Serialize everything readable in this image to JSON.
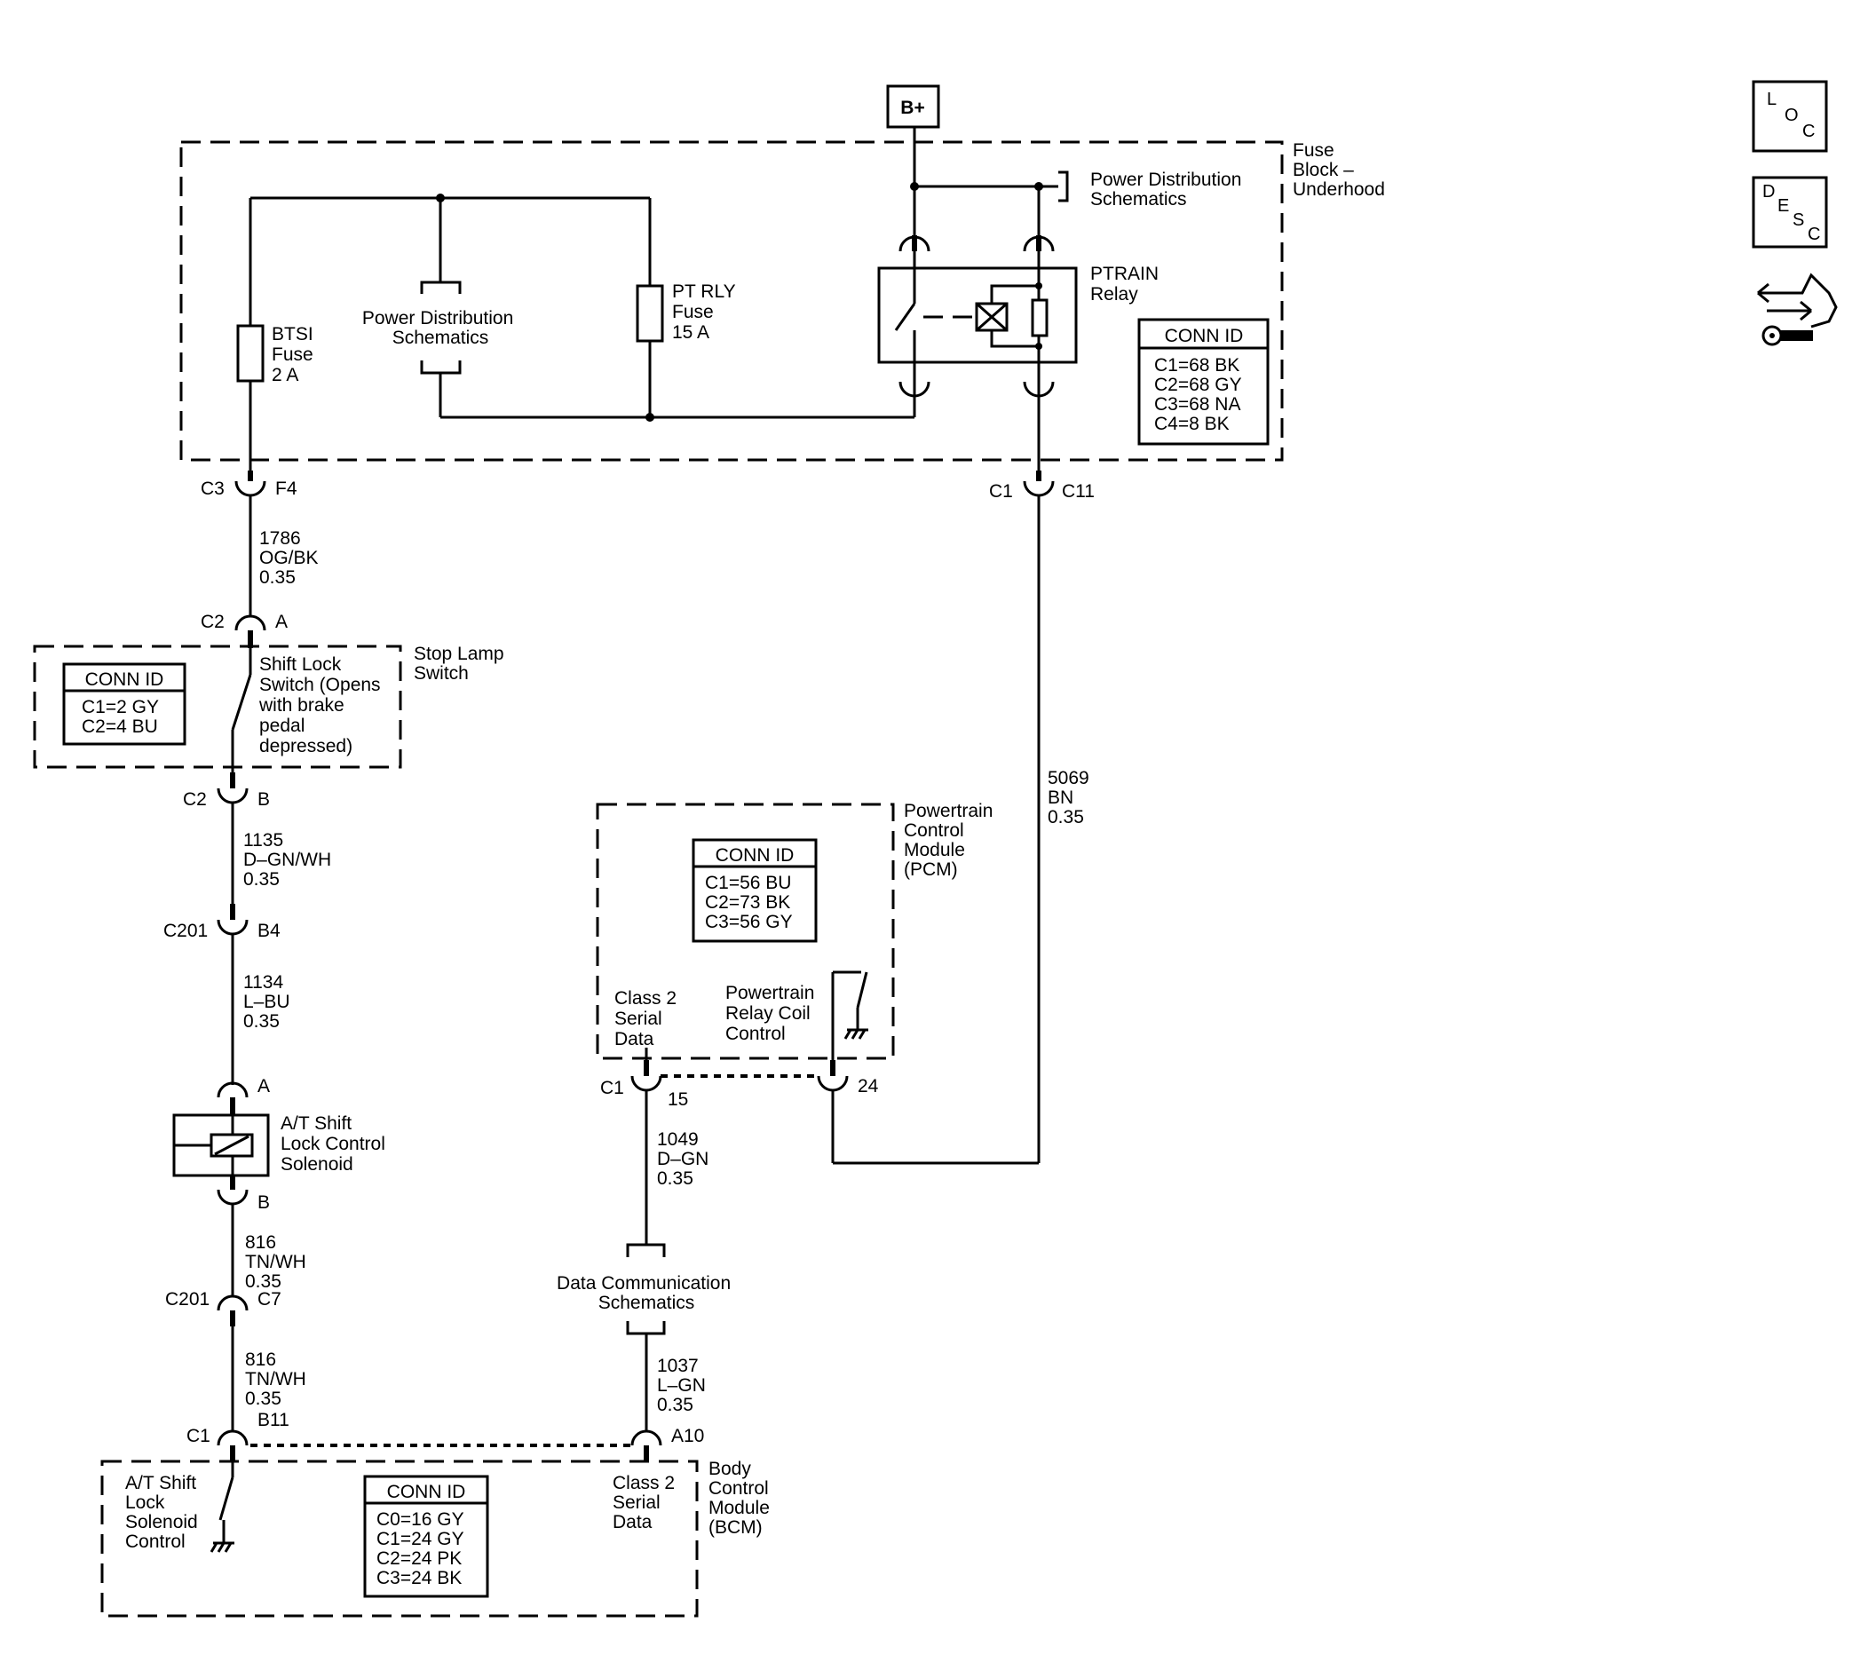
{
  "power_source": "B+",
  "fuse_block": {
    "title": [
      "Fuse",
      "Block –",
      "Underhood"
    ],
    "power_dist_top": [
      "Power Distribution",
      "Schematics"
    ],
    "power_dist_mid": [
      "Power Distribution",
      "Schematics"
    ],
    "btsi_fuse": [
      "BTSI",
      "Fuse",
      "2 A"
    ],
    "pt_rly_fuse": [
      "PT RLY",
      "Fuse",
      "15 A"
    ],
    "ptrain_relay": [
      "PTRAIN",
      "Relay"
    ],
    "conn_id": {
      "title": "CONN ID",
      "rows": [
        "C1=68 BK",
        "C2=68 GY",
        "C3=68 NA",
        "C4=8 BK"
      ]
    }
  },
  "connectors": {
    "c3_f4": [
      "C3",
      "F4"
    ],
    "c1_c11": [
      "C1",
      "C11"
    ],
    "c2_a": [
      "C2",
      "A"
    ],
    "c2_b": [
      "C2",
      "B"
    ],
    "c201_b4": [
      "C201",
      "B4"
    ],
    "sol_a": "A",
    "sol_b": "B",
    "c201_c7": [
      "C201",
      "C7"
    ],
    "c1_b11": [
      "C1",
      "B11"
    ],
    "a10": "A10",
    "pcm_c1": "C1",
    "pcm_15": "15",
    "pcm_24": "24"
  },
  "wires": {
    "w1786": [
      "1786",
      "OG/BK",
      "0.35"
    ],
    "w1135": [
      "1135",
      "D–GN/WH",
      "0.35"
    ],
    "w1134": [
      "1134",
      "L–BU",
      "0.35"
    ],
    "w816a": [
      "816",
      "TN/WH",
      "0.35"
    ],
    "w816b": [
      "816",
      "TN/WH",
      "0.35"
    ],
    "w5069": [
      "5069",
      "BN",
      "0.35"
    ],
    "w1049": [
      "1049",
      "D–GN",
      "0.35"
    ],
    "w1037": [
      "1037",
      "L–GN",
      "0.35"
    ]
  },
  "stop_lamp": {
    "title": [
      "Stop Lamp",
      "Switch"
    ],
    "switch_label": [
      "Shift Lock",
      "Switch (Opens",
      "with brake",
      "pedal",
      "depressed)"
    ],
    "conn_id": {
      "title": "CONN ID",
      "rows": [
        "C1=2 GY",
        "C2=4 BU"
      ]
    }
  },
  "solenoid": {
    "label": [
      "A/T Shift",
      "Lock Control",
      "Solenoid"
    ]
  },
  "pcm": {
    "title": [
      "Powertrain",
      "Control",
      "Module",
      "(PCM)"
    ],
    "conn_id": {
      "title": "CONN ID",
      "rows": [
        "C1=56 BU",
        "C2=73 BK",
        "C3=56 GY"
      ]
    },
    "serial_data": [
      "Class 2",
      "Serial",
      "Data"
    ],
    "relay_coil": [
      "Powertrain",
      "Relay Coil",
      "Control"
    ]
  },
  "data_comm": [
    "Data Communication",
    "Schematics"
  ],
  "bcm": {
    "title": [
      "Body",
      "Control",
      "Module",
      "(BCM)"
    ],
    "shift_lock": [
      "A/T Shift",
      "Lock",
      "Solenoid",
      "Control"
    ],
    "serial_data": [
      "Class 2",
      "Serial",
      "Data"
    ],
    "conn_id": {
      "title": "CONN ID",
      "rows": [
        "C0=16 GY",
        "C1=24 GY",
        "C2=24 PK",
        "C3=24 BK"
      ]
    }
  },
  "nav": {
    "loc": [
      "L",
      "O",
      "C"
    ],
    "desc": [
      "D",
      "E",
      "S",
      "C"
    ],
    "diag_icon": "diagnostic-arrows-icon"
  }
}
